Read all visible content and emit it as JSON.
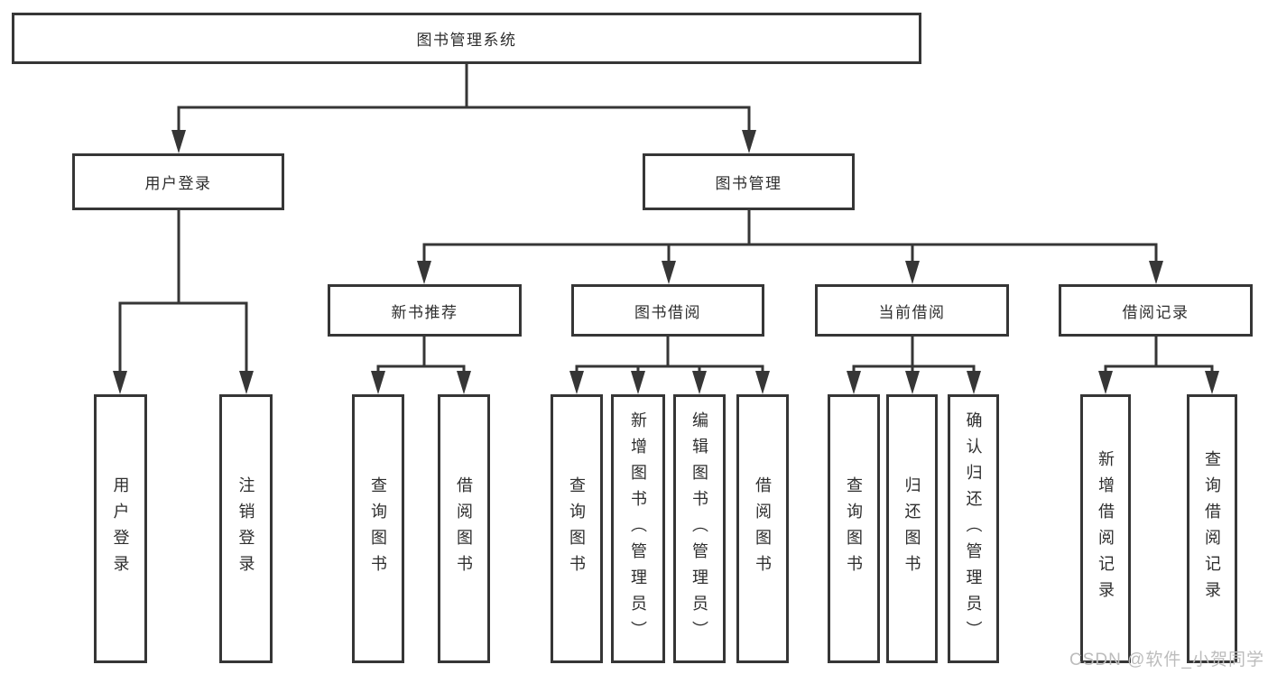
{
  "diagram": {
    "root": {
      "label": "图书管理系统"
    },
    "branches": {
      "user": {
        "label": "用户登录",
        "children": [
          "用户登录",
          "注销登录"
        ]
      },
      "book": {
        "label": "图书管理",
        "sections": [
          {
            "label": "新书推荐",
            "children": [
              "查询图书",
              "借阅图书"
            ]
          },
          {
            "label": "图书借阅",
            "children": [
              "查询图书",
              "新增图书（管理员）",
              "编辑图书（管理员）",
              "借阅图书"
            ]
          },
          {
            "label": "当前借阅",
            "children": [
              "查询图书",
              "归还图书",
              "确认归还（管理员）"
            ]
          },
          {
            "label": "借阅记录",
            "children": [
              "新增借阅记录",
              "查询借阅记录"
            ]
          }
        ]
      }
    }
  },
  "watermark": "CSDN @软件_小贺同学",
  "colors": {
    "line": "#363636",
    "text": "#2e2e2e",
    "background": "#ffffff",
    "watermark": "#bcbcbc"
  }
}
